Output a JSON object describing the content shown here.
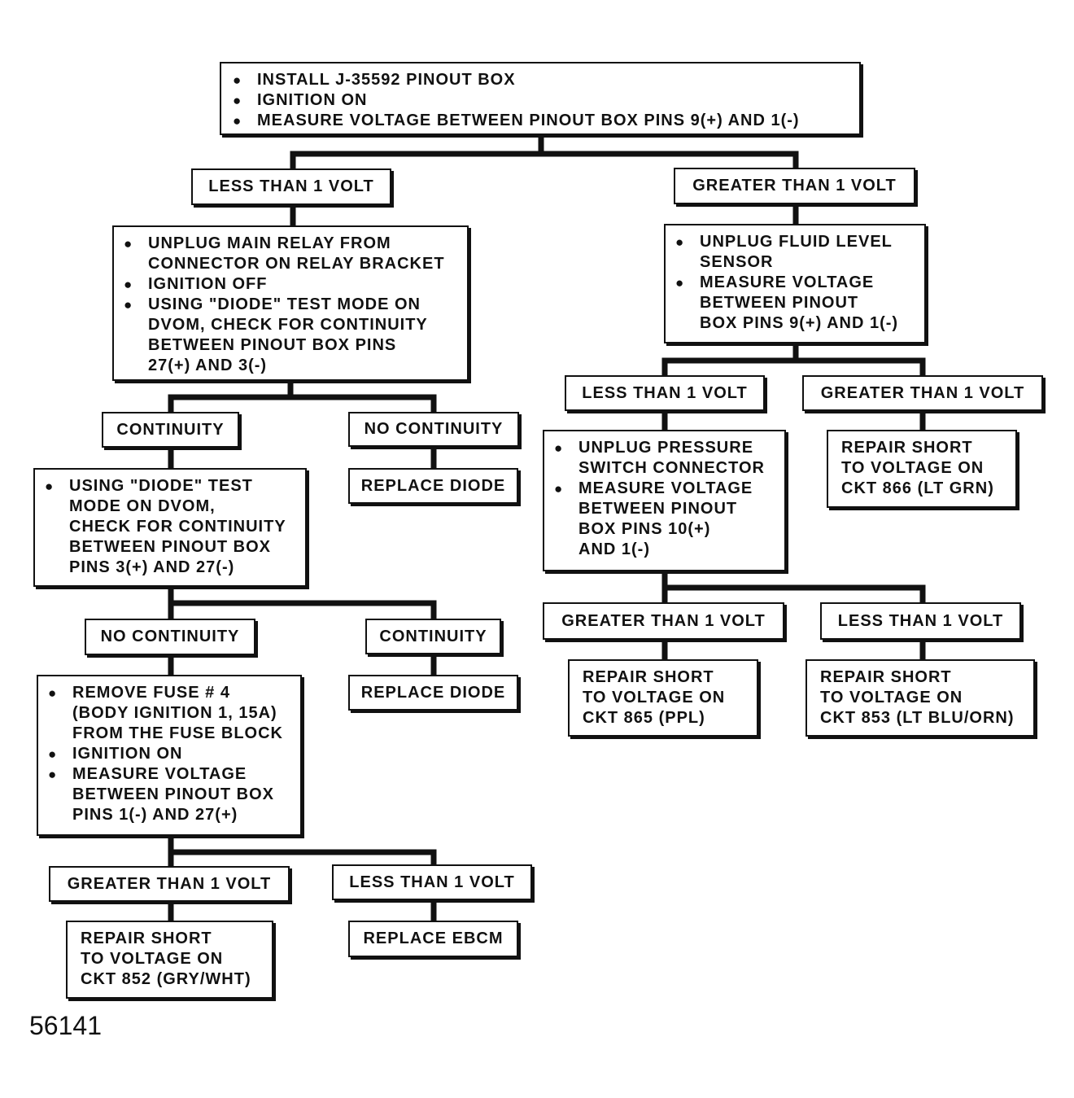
{
  "figure_number": "56141",
  "root": {
    "steps": [
      "INSTALL J-35592 PINOUT BOX",
      "IGNITION ON",
      "MEASURE VOLTAGE BETWEEN PINOUT BOX PINS 9(+) AND 1(-)"
    ]
  },
  "left": {
    "label": "LESS THAN 1 VOLT",
    "steps": [
      "UNPLUG MAIN RELAY FROM\nCONNECTOR ON RELAY BRACKET",
      "IGNITION OFF",
      "USING \"DIODE\" TEST MODE ON\nDVOM, CHECK FOR CONTINUITY\nBETWEEN PINOUT BOX PINS\n27(+) AND 3(-)"
    ],
    "continuity": {
      "label": "CONTINUITY",
      "steps": [
        "USING \"DIODE\" TEST\nMODE ON DVOM,\nCHECK FOR CONTINUITY\nBETWEEN PINOUT BOX\nPINS 3(+) AND 27(-)"
      ],
      "no_continuity": {
        "label": "NO CONTINUITY",
        "steps": [
          "REMOVE FUSE # 4\n(BODY IGNITION 1, 15A)\nFROM THE FUSE BLOCK",
          "IGNITION ON",
          "MEASURE VOLTAGE\nBETWEEN PINOUT BOX\nPINS 1(-) AND 27(+)"
        ],
        "greater": {
          "label": "GREATER THAN 1 VOLT",
          "action": "REPAIR SHORT\nTO VOLTAGE ON\nCKT 852 (GRY/WHT)"
        },
        "less": {
          "label": "LESS THAN 1 VOLT",
          "action": "REPLACE EBCM"
        }
      },
      "continuity": {
        "label": "CONTINUITY",
        "action": "REPLACE DIODE"
      }
    },
    "no_continuity": {
      "label": "NO CONTINUITY",
      "action": "REPLACE DIODE"
    }
  },
  "right": {
    "label": "GREATER THAN 1 VOLT",
    "steps": [
      "UNPLUG FLUID LEVEL\nSENSOR",
      "MEASURE VOLTAGE\nBETWEEN PINOUT\nBOX PINS 9(+) AND 1(-)"
    ],
    "less": {
      "label": "LESS THAN 1 VOLT",
      "steps": [
        "UNPLUG PRESSURE\nSWITCH CONNECTOR",
        "MEASURE VOLTAGE\nBETWEEN PINOUT\nBOX PINS 10(+)\nAND 1(-)"
      ],
      "greater": {
        "label": "GREATER THAN 1 VOLT",
        "action": "REPAIR SHORT\nTO VOLTAGE ON\nCKT 865 (PPL)"
      },
      "less": {
        "label": "LESS THAN 1 VOLT",
        "action": "REPAIR SHORT\nTO VOLTAGE ON\nCKT 853 (LT BLU/ORN)"
      }
    },
    "greater": {
      "label": "GREATER THAN 1 VOLT",
      "action": "REPAIR SHORT\nTO VOLTAGE ON\nCKT 866 (LT GRN)"
    }
  }
}
